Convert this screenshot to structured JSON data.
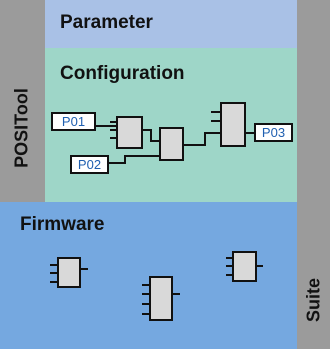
{
  "strips": {
    "left_label": "POSITool",
    "right_label": "Suite"
  },
  "sections": {
    "parameter": "Parameter",
    "configuration": "Configuration",
    "firmware": "Firmware"
  },
  "params": {
    "p01": "P01",
    "p02": "P02",
    "p03": "P03"
  },
  "colors": {
    "strip_gray": "#9b9b9b",
    "parameter_blue": "#a9c1e6",
    "configuration_green": "#9ed6c8",
    "firmware_blue": "#75a8e0",
    "param_tag_text": "#1f5fb0"
  }
}
